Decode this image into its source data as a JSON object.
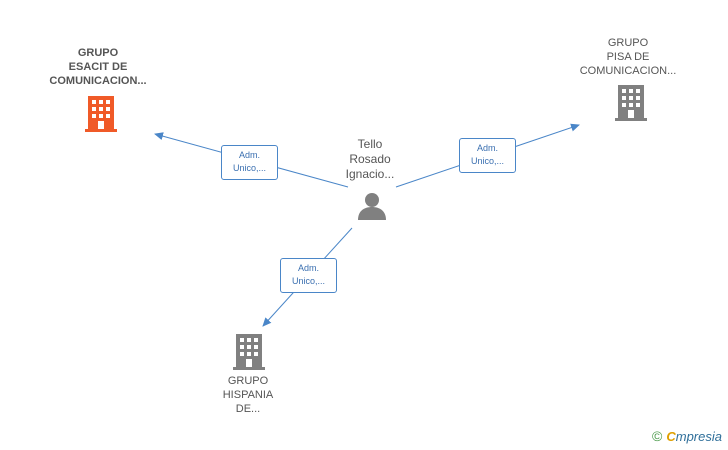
{
  "nodes": {
    "esacit": {
      "lines": [
        "GRUPO",
        "ESACIT DE",
        "COMUNICACION..."
      ],
      "color": "#f05a28",
      "icon": "building-icon"
    },
    "pisa": {
      "lines": [
        "GRUPO",
        "PISA DE",
        "COMUNICACION..."
      ],
      "color": "#808080",
      "icon": "building-icon"
    },
    "hispania": {
      "lines": [
        "GRUPO",
        "HISPANIA",
        "DE..."
      ],
      "color": "#808080",
      "icon": "building-icon"
    },
    "person": {
      "lines": [
        "Tello",
        "Rosado",
        "Ignacio..."
      ],
      "color": "#808080",
      "icon": "person-icon"
    }
  },
  "edges": {
    "to_esacit": {
      "lines": [
        "Adm.",
        "Unico,..."
      ]
    },
    "to_pisa": {
      "lines": [
        "Adm.",
        "Unico,..."
      ]
    },
    "to_hispania": {
      "lines": [
        "Adm.",
        "Unico,..."
      ]
    }
  },
  "footer": {
    "copyright": "©",
    "brand_first": "C",
    "brand_rest": "mpresia"
  },
  "colors": {
    "edge": "#4a86c8"
  }
}
